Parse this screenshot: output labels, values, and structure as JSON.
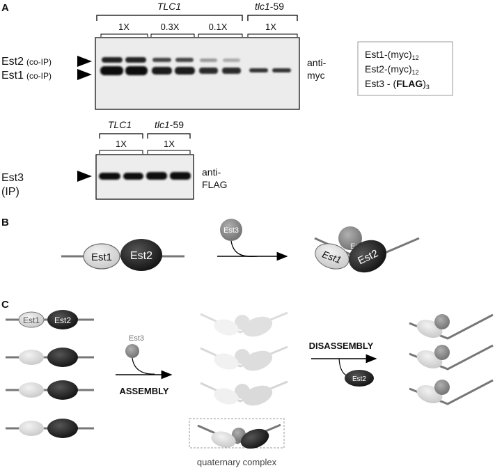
{
  "panel_a": {
    "letter": "A",
    "gel1": {
      "group_tlc1": "TLC1",
      "group_tlc1_59_prefix": "tlc1",
      "group_tlc1_59_suffix": "-59",
      "lanes": [
        "1X",
        "0.3X",
        "0.1X",
        "1X"
      ],
      "left_labels": [
        {
          "protein": "Est2",
          "note": "(co-IP)"
        },
        {
          "protein": "Est1",
          "note": "(co-IP)"
        }
      ],
      "antibody_line1": "anti-",
      "antibody_line2": "myc"
    },
    "legend": {
      "line1": "Est1-(myc)",
      "line1_sub": "12",
      "line2": "Est2-(myc)",
      "line2_sub": "12",
      "line3_prefix": "Est3 - (",
      "line3_bold": "FLAG",
      "line3_suffix": ")",
      "line3_sub": "3"
    },
    "gel2": {
      "group_tlc1": "TLC1",
      "group_tlc1_59_prefix": "tlc1",
      "group_tlc1_59_suffix": "-59",
      "lanes": [
        "1X",
        "1X"
      ],
      "left_label_line1": "Est3",
      "left_label_line2": "(IP)",
      "antibody_line1": "anti-",
      "antibody_line2": "FLAG"
    }
  },
  "panel_b": {
    "letter": "B",
    "est1": "Est1",
    "est2": "Est2",
    "est3": "Est3"
  },
  "panel_c": {
    "letter": "C",
    "est1": "Est1",
    "est2": "Est2",
    "est3": "Est3",
    "assembly": "ASSEMBLY",
    "disassembly": "DISASSEMBLY",
    "quaternary": "quaternary complex"
  },
  "colors": {
    "est1_fill": "#d9d9d9",
    "est2_fill": "#222222",
    "est3_fill": "#8a8a8a",
    "rna_line": "#7a7a7a",
    "faded": "#e6e6e6"
  }
}
